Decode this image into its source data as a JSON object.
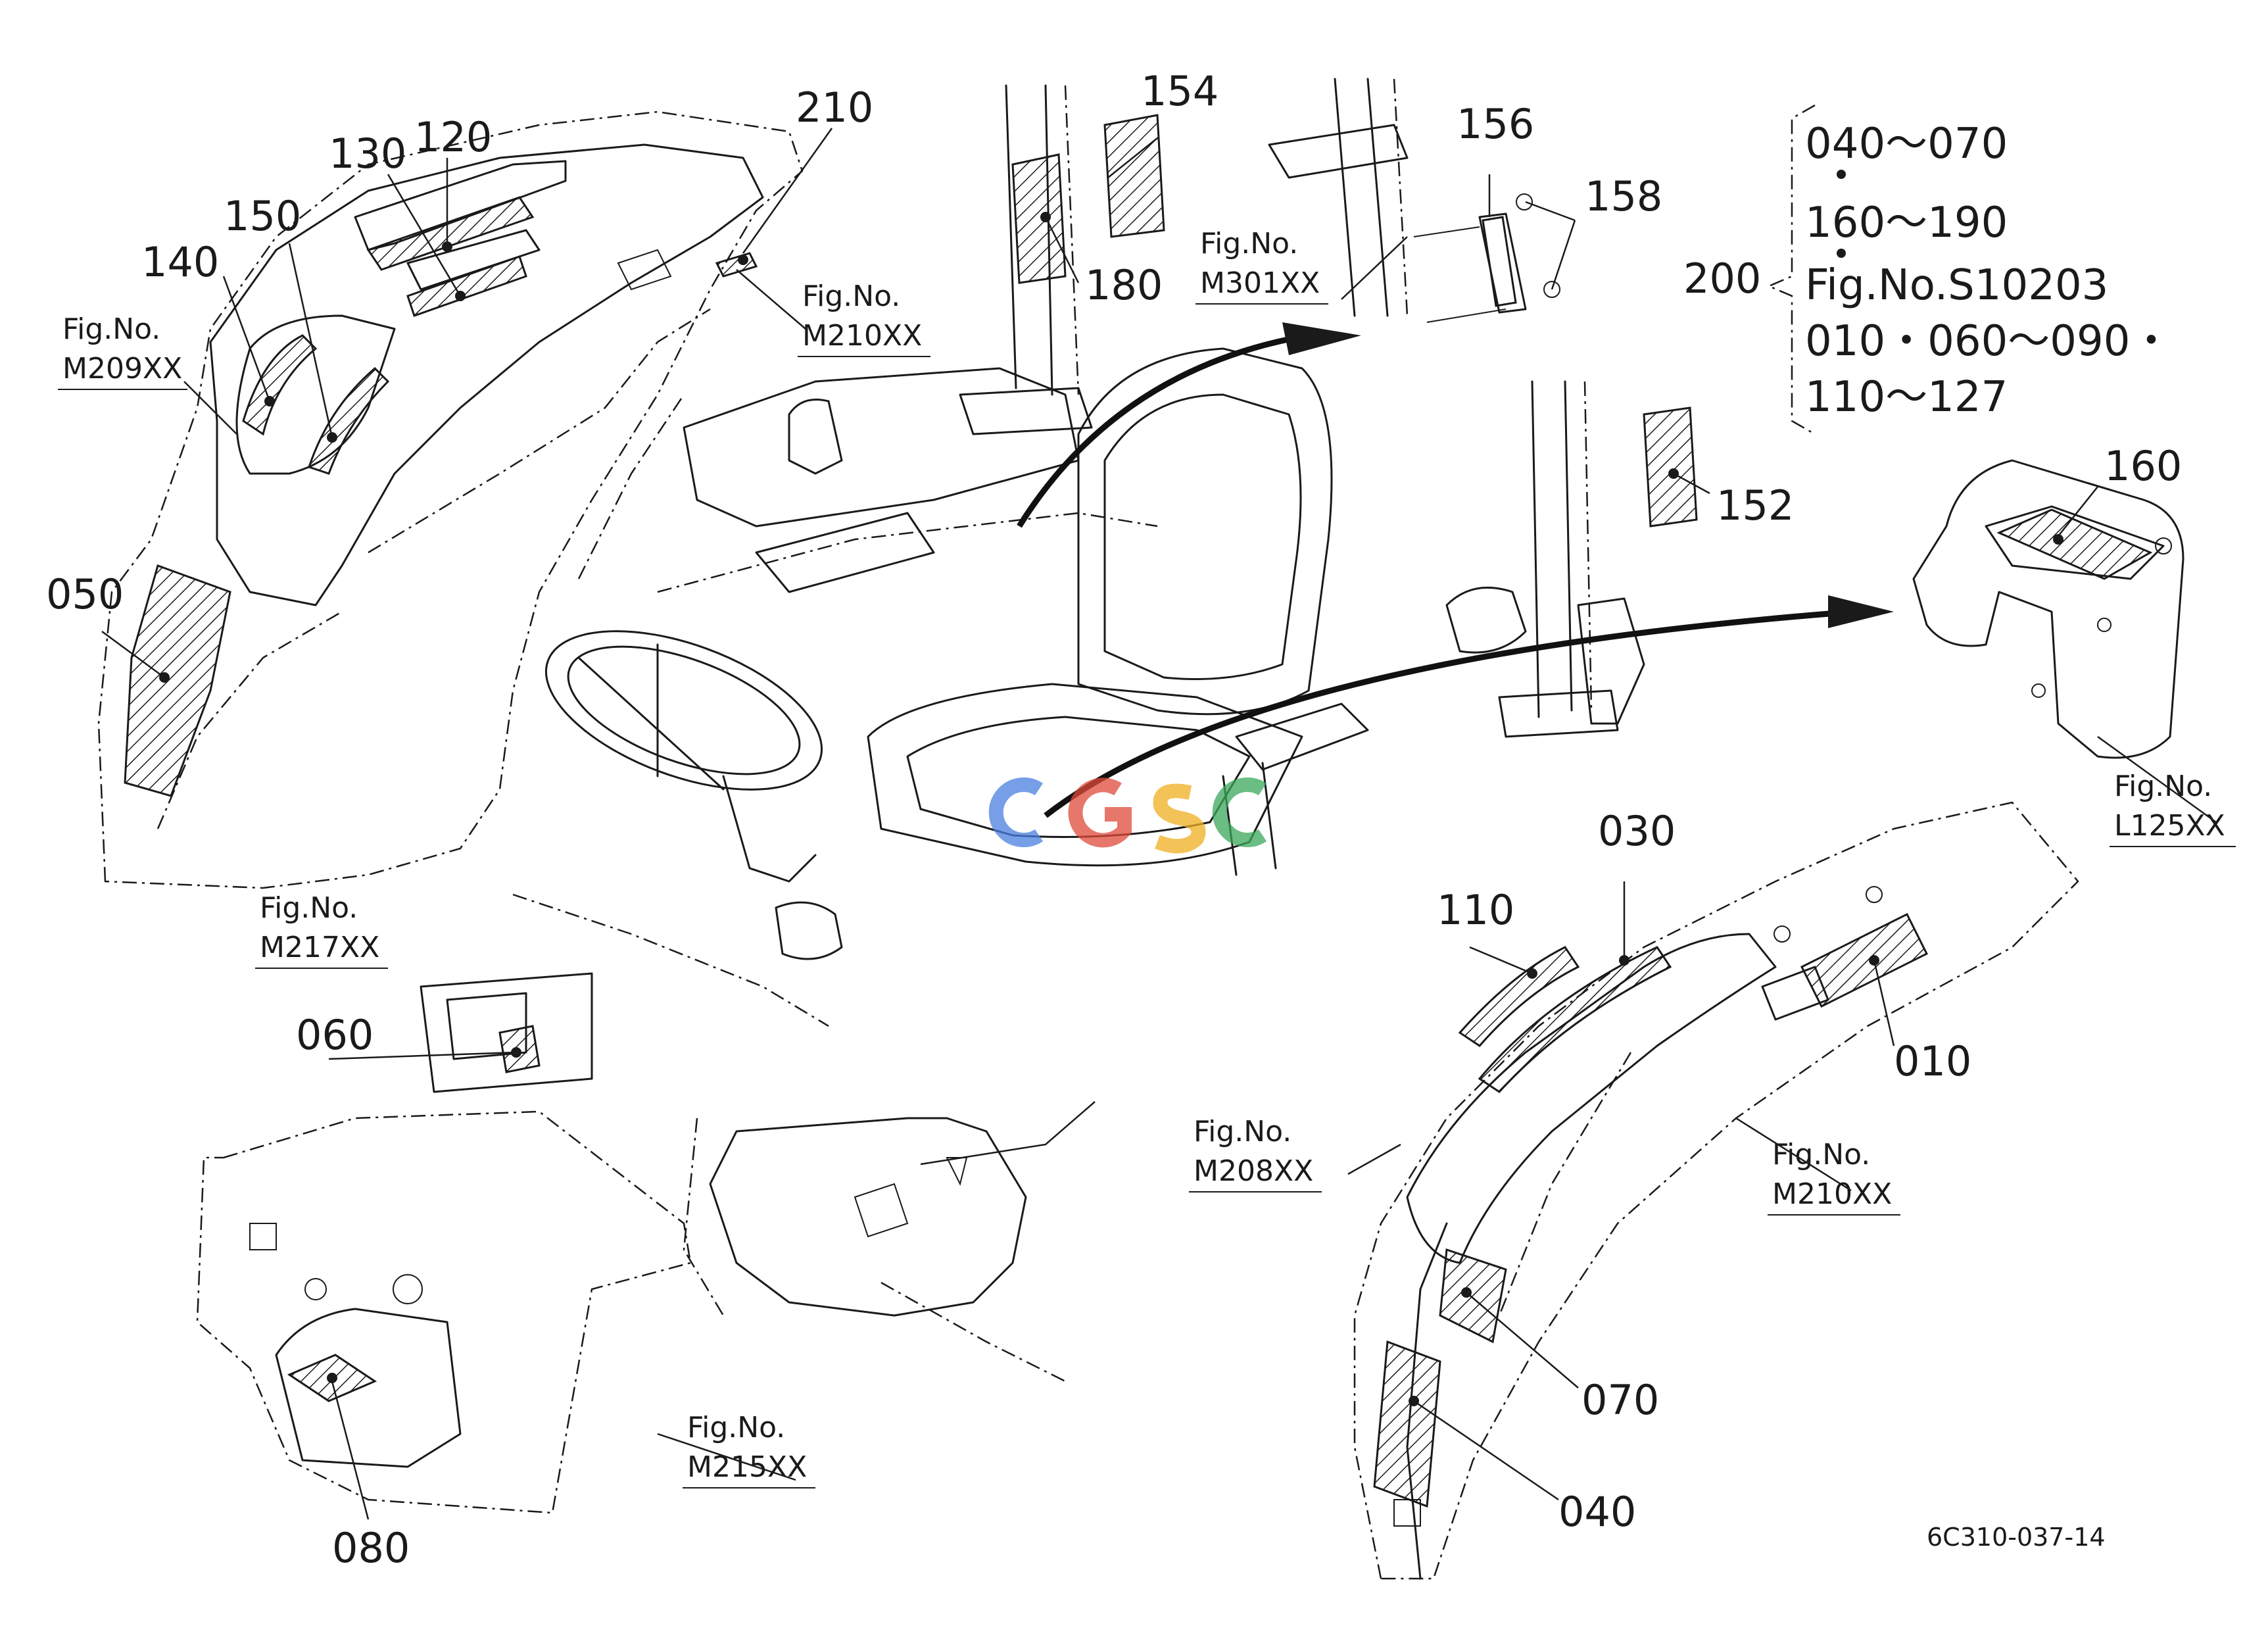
{
  "part_labels": {
    "p010": "010",
    "p030": "030",
    "p040": "040",
    "p050": "050",
    "p060": "060",
    "p070": "070",
    "p080": "080",
    "p110": "110",
    "p120": "120",
    "p130": "130",
    "p140": "140",
    "p150": "150",
    "p152": "152",
    "p154": "154",
    "p156": "156",
    "p158": "158",
    "p160": "160",
    "p180": "180",
    "p200": "200",
    "p210": "210"
  },
  "fig_refs": {
    "m209": {
      "prefix": "Fig.No.",
      "code": "M209XX"
    },
    "m210_top": {
      "prefix": "Fig.No.",
      "code": "M210XX"
    },
    "m301": {
      "prefix": "Fig.No.",
      "code": "M301XX"
    },
    "l125": {
      "prefix": "Fig.No.",
      "code": "L125XX"
    },
    "m217": {
      "prefix": "Fig.No.",
      "code": "M217XX"
    },
    "m208": {
      "prefix": "Fig.No.",
      "code": "M208XX"
    },
    "m210_bottom": {
      "prefix": "Fig.No.",
      "code": "M210XX"
    },
    "m215": {
      "prefix": "Fig.No.",
      "code": "M215XX"
    }
  },
  "bracket_note": {
    "line1": "040～070",
    "line2": "160～190",
    "line3": "Fig.No.S10203",
    "line4": "010・060～090・",
    "line5": "110～127"
  },
  "watermark": "cgsc",
  "drawing_number": "6C310-037-14",
  "colors": {
    "line": "#1a1a1a",
    "background": "#ffffff",
    "watermark_blue": "#4a7fe0",
    "watermark_red": "#e04a3a",
    "watermark_yellow": "#f0b020",
    "watermark_green": "#3aa85a"
  }
}
